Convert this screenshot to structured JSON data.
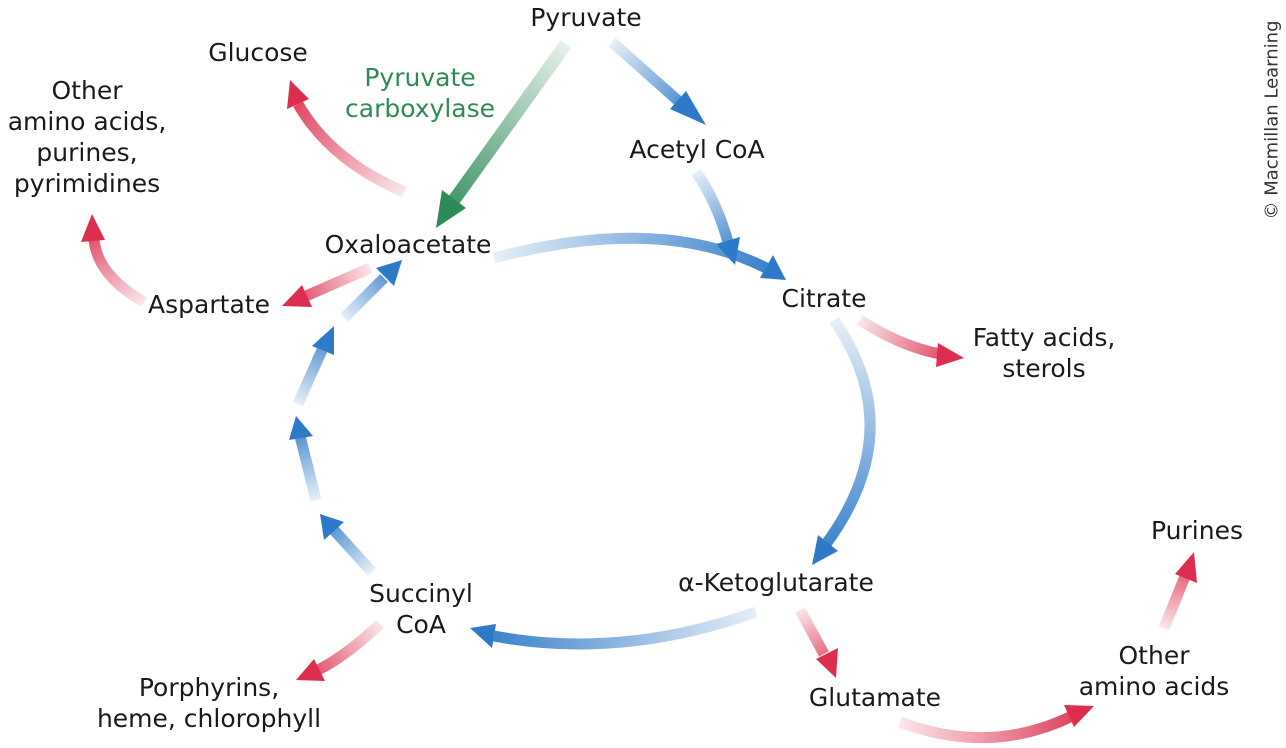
{
  "metabolites": {
    "pyruvate": "Pyruvate",
    "acetyl_coa": "Acetyl CoA",
    "citrate": "Citrate",
    "alpha_ketoglutarate": "α-Ketoglutarate",
    "succinyl_coa": [
      "Succinyl",
      "CoA"
    ],
    "oxaloacetate": "Oxaloacetate"
  },
  "enzyme": {
    "pyruvate_carboxylase": [
      "Pyruvate",
      "carboxylase"
    ]
  },
  "products": {
    "glucose": "Glucose",
    "other_amino_acids_purines_pyrimidines": [
      "Other",
      "amino acids,",
      "purines,",
      "pyrimidines"
    ],
    "aspartate": "Aspartate",
    "fatty_acids_sterols": [
      "Fatty acids,",
      "sterols"
    ],
    "purines": "Purines",
    "other_amino_acids": [
      "Other",
      "amino acids"
    ],
    "glutamate": "Glutamate",
    "porphyrins_heme_chlorophyll": [
      "Porphyrins,",
      "heme, chlorophyll"
    ]
  },
  "credit": "© Macmillan Learning",
  "colors": {
    "cycle": "#2f7ac8",
    "biosynthesis": "#dc2f4f",
    "anaplerotic": "#2e8b57",
    "text": "#1a1a1a"
  }
}
